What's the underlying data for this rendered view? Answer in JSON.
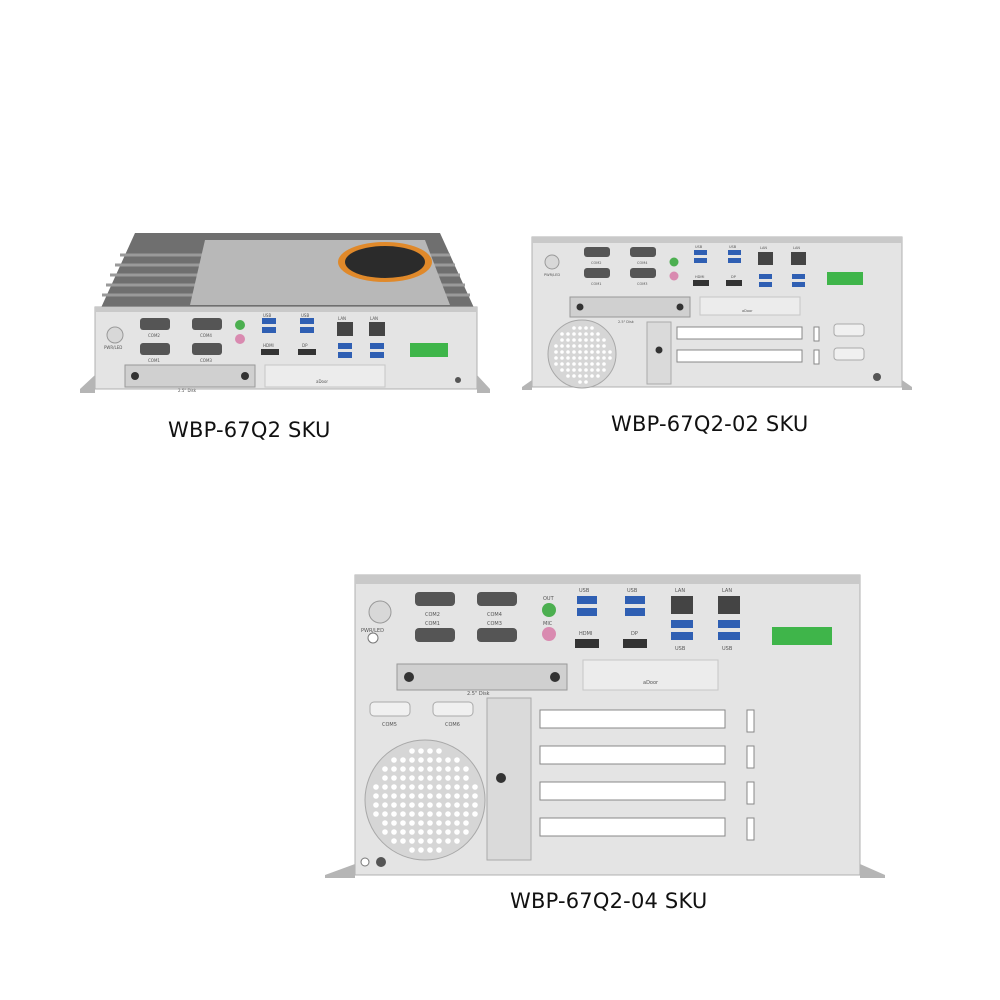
{
  "products": [
    {
      "caption": "WBP-67Q2 SKU",
      "labels": {
        "com_top_left": "COM2",
        "com_top_right": "COM4",
        "com_bottom_left": "COM1",
        "com_bottom_right": "COM3",
        "pwr": "PWR/LED",
        "usb_a": "USB",
        "usb_b": "USB",
        "lan_a": "LAN",
        "lan_b": "LAN",
        "hdmi": "HDMI",
        "dp": "DP",
        "disk": "2.5\" Disk",
        "brand": "aDoor"
      }
    },
    {
      "caption": "WBP-67Q2-02 SKU",
      "labels": {
        "com_top_left": "COM2",
        "com_top_right": "COM4",
        "com_bottom_left": "COM1",
        "com_bottom_right": "COM3",
        "pwr": "PWR/LED",
        "usb_a": "USB",
        "usb_b": "USB",
        "lan_a": "LAN",
        "lan_b": "LAN",
        "hdmi": "HDMI",
        "dp": "DP",
        "disk": "2.5\" Disk",
        "brand": "aDoor"
      }
    },
    {
      "caption": "WBP-67Q2-04 SKU",
      "labels": {
        "com_top_left": "COM2",
        "com_top_right": "COM4",
        "com_bottom_left": "COM1",
        "com_bottom_right": "COM3",
        "com5": "COM5",
        "com6": "COM6",
        "pwr": "PWR/LED",
        "out": "OUT",
        "mic": "MIC",
        "usb_a": "USB",
        "usb_b": "USB",
        "usb_c": "USB",
        "usb_d": "USB",
        "lan_a": "LAN",
        "lan_b": "LAN",
        "hdmi": "HDMI",
        "dp": "DP",
        "disk": "2.5\" Disk",
        "brand": "aDoor"
      }
    }
  ],
  "colors": {
    "chassis": "#e4e4e4",
    "fins": "#8a8a8a",
    "terminal": "#3fb54a",
    "usb": "#2f5fb3",
    "audio_out": "#4caf50",
    "audio_mic": "#d98ab0",
    "fan_ring": "#e0892a"
  }
}
